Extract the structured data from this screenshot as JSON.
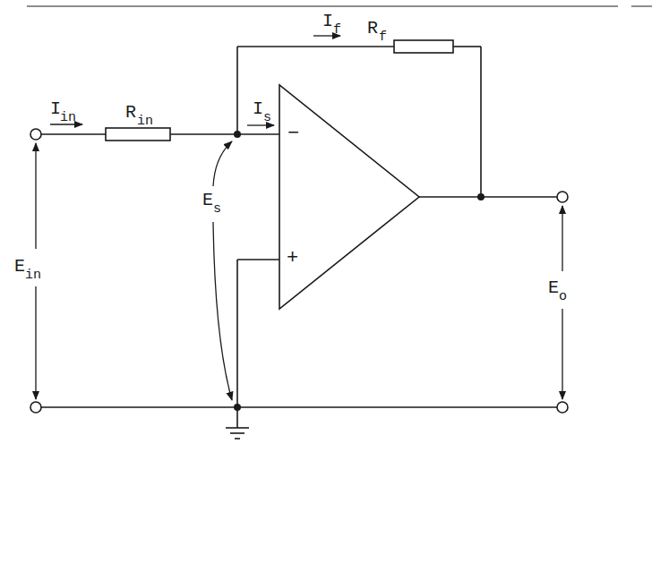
{
  "diagram": {
    "labels": [
      "I",
      "in",
      "R",
      "in",
      "I",
      "f",
      "R",
      "f",
      "I",
      "s",
      "−",
      "+",
      "E",
      "s",
      "E",
      "in",
      "E",
      "o"
    ]
  }
}
